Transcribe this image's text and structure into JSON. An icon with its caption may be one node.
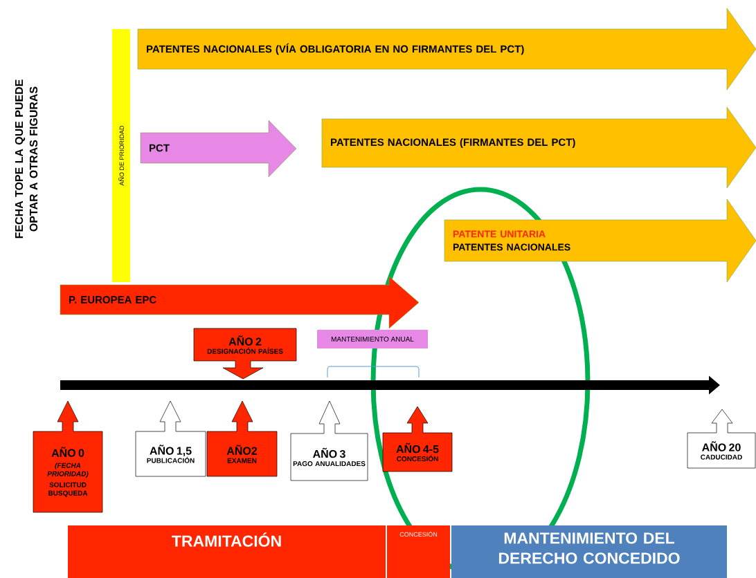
{
  "diagram": {
    "nodes": [
      {
        "text": [
          "AÑO DE PRIORIDAD"
        ]
      },
      {
        "text": [
          "PATENTES NACIONALES (VÍA OBLIGATORIA EN NO FIRMANTES DEL PCT)"
        ]
      },
      {
        "text": [
          "PCT"
        ]
      },
      {
        "text": [
          "PATENTES NACIONALES (FIRMANTES DEL PCT)"
        ]
      },
      {
        "text": [
          "PATENTE UNITARIA",
          "PATENTES NACIONALES"
        ]
      },
      {
        "text": [
          "P. EUROPEA EPC"
        ]
      },
      {
        "text": [
          "AÑO 2",
          "DESIGNACIÓN PAÍSES"
        ]
      },
      {
        "text": [
          "MANTENIMIENTO ANUAL"
        ]
      },
      {
        "text": [
          "AÑO 0",
          "(FECHA PRIORIDAD)",
          "SOLICITUD BUSQUEDA"
        ]
      },
      {
        "text": [
          "AÑO 1,5",
          "PUBLICACIÓN"
        ]
      },
      {
        "text": [
          "AÑO2",
          "EXAMEN"
        ]
      },
      {
        "text": [
          "AÑO 3",
          "PAGO ANUALIDADES"
        ]
      },
      {
        "text": [
          "AÑO 4-5",
          "CONCESIÓN"
        ]
      },
      {
        "text": [
          "AÑO 20",
          "CADUCIDAD"
        ]
      },
      {
        "text": [
          "TRAMITACIÓN"
        ]
      },
      {
        "text": [
          "CONCESIÓN"
        ]
      },
      {
        "text": [
          "MANTENIMIENTO DEL DERECHO CONCEDIDO"
        ]
      }
    ],
    "labels": [
      "FECHA TOPE LA QUE PUEDE OPTAR A OTRAS FIGURAS"
    ]
  }
}
